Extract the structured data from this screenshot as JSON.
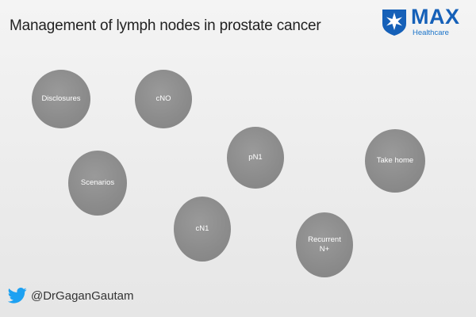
{
  "slide": {
    "title": "Management of lymph nodes in prostate cancer"
  },
  "logo": {
    "name": "MAX",
    "subtitle": "Healthcare",
    "icon": "max-star-icon",
    "color": "#1560b8"
  },
  "topics": [
    {
      "label": "Disclosures"
    },
    {
      "label": "cNO"
    },
    {
      "label": "pN1"
    },
    {
      "label": "Take home"
    },
    {
      "label": "Scenarios"
    },
    {
      "label": "cN1"
    },
    {
      "label": "Recurrent N+"
    }
  ],
  "footer": {
    "icon": "twitter-bird-icon",
    "handle": "@DrGaganGautam",
    "icon_color": "#1da1f2"
  },
  "colors": {
    "bubble": "#8f8f8f",
    "background": "#eeeeee"
  }
}
